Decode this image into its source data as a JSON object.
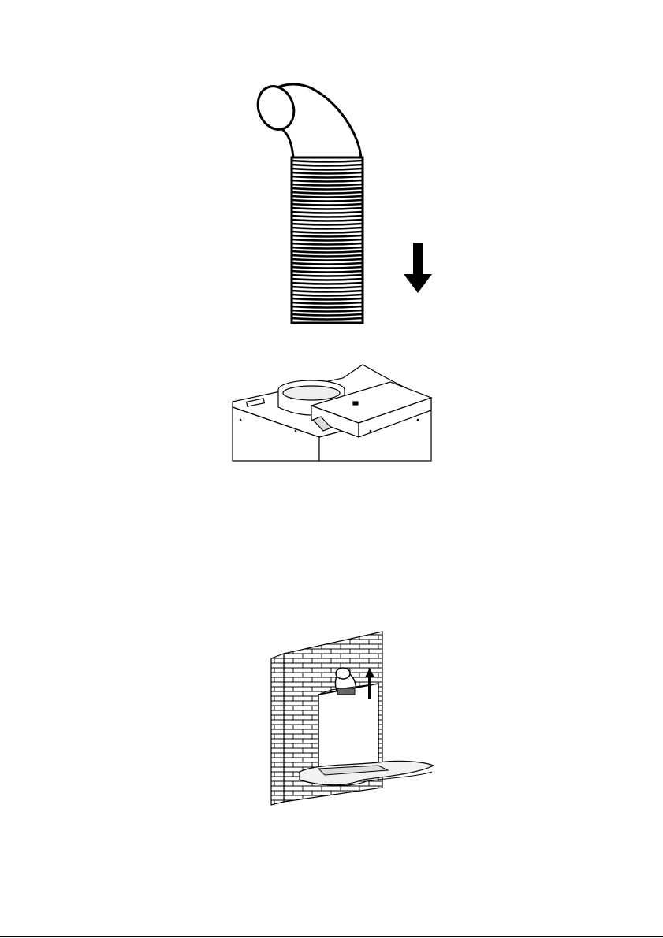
{
  "page": {
    "figures": [
      {
        "name": "flexible-duct-figure",
        "direction": "down"
      },
      {
        "name": "hood-motor-housing-figure"
      },
      {
        "name": "wall-mounted-hood-figure",
        "direction": "up"
      }
    ],
    "colors": {
      "ink": "#000000",
      "paper": "#ffffff",
      "shade": "#d9d9d9"
    }
  }
}
